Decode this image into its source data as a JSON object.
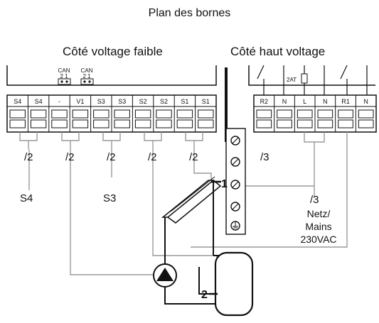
{
  "title": "Plan des bornes",
  "low_voltage_label": "Côté voltage faible",
  "high_voltage_label": "Côté haut voltage",
  "can_labels": [
    "CAN",
    "CAN"
  ],
  "can_pins": [
    "2 1",
    "2 1"
  ],
  "low_terminals": [
    "S4",
    "S4",
    "-",
    "V1",
    "S3",
    "S3",
    "S2",
    "S2",
    "S1",
    "S1"
  ],
  "high_terminals": [
    "R2",
    "N",
    "L",
    "N",
    "R1",
    "N"
  ],
  "fuse_label": "2AT",
  "cable_cores": {
    "s4": "/2",
    "v1": "/2",
    "s3": "/2",
    "s2": "/2",
    "s1": "/2",
    "hv": "/3",
    "mains": "/3"
  },
  "sensor_labels": {
    "s4": "S4",
    "s3": "S3",
    "collector": "1",
    "tank": "2"
  },
  "mains": {
    "line1": "Netz/",
    "line2": "Mains",
    "line3": "230VAC"
  },
  "colors": {
    "line": "#111111",
    "wire": "#9a9a9a"
  }
}
